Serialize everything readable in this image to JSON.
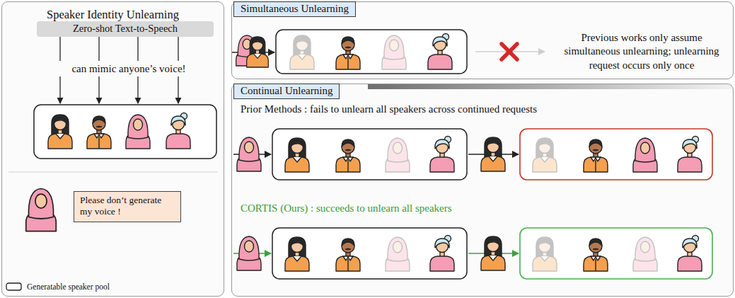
{
  "diagram": {
    "nodes": [
      {
        "text": [
          "Speaker Identity Unlearning"
        ]
      },
      {
        "text": [
          "Zero-shot Text-to-Speech"
        ],
        "in": 0
      },
      {
        "text": [
          "Please don’t generate my voice !"
        ],
        "in": 0
      },
      {
        "text": [
          "Simultaneous Unlearning"
        ]
      },
      {
        "text": [
          "Continual Unlearning"
        ]
      }
    ],
    "labels": [
      "can mimic anyone’s voice!",
      "Previous works only assume simultaneous unlearning; unlearning request occurs only once",
      "Prior Methods : fails to unlearn all speakers across continued requests",
      "CORTIS (Ours) : succeeds to unlearn all speakers"
    ],
    "legend": [
      {
        "text": "Generatable speaker pool"
      }
    ]
  }
}
